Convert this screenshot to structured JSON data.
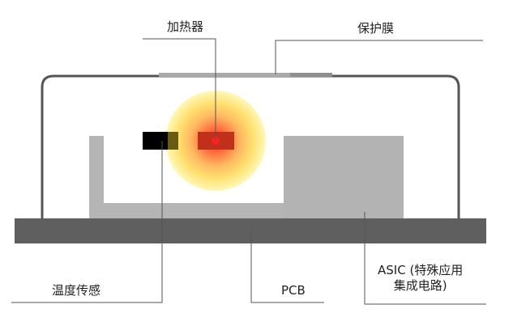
{
  "labels": {
    "heater": "加热器",
    "protective_film": "保护膜",
    "temperature_sensor": "温度传感",
    "pcb": "PCB",
    "asic_line1": "ASIC (特殊应用",
    "asic_line2": "集成电路)"
  },
  "colors": {
    "housing_outline": "#555555",
    "pcb": "#5f5f5f",
    "inner_frame": "#b5b5b5",
    "asic": "#b3b3b3",
    "film": "#aaaaaa",
    "sensor": "#000000",
    "heater_core": "#ff2020",
    "glow_outer": "#fff8b0",
    "glow_mid": "#ffd060",
    "glow_inner": "#ff8040",
    "leader_line": "#555555"
  }
}
